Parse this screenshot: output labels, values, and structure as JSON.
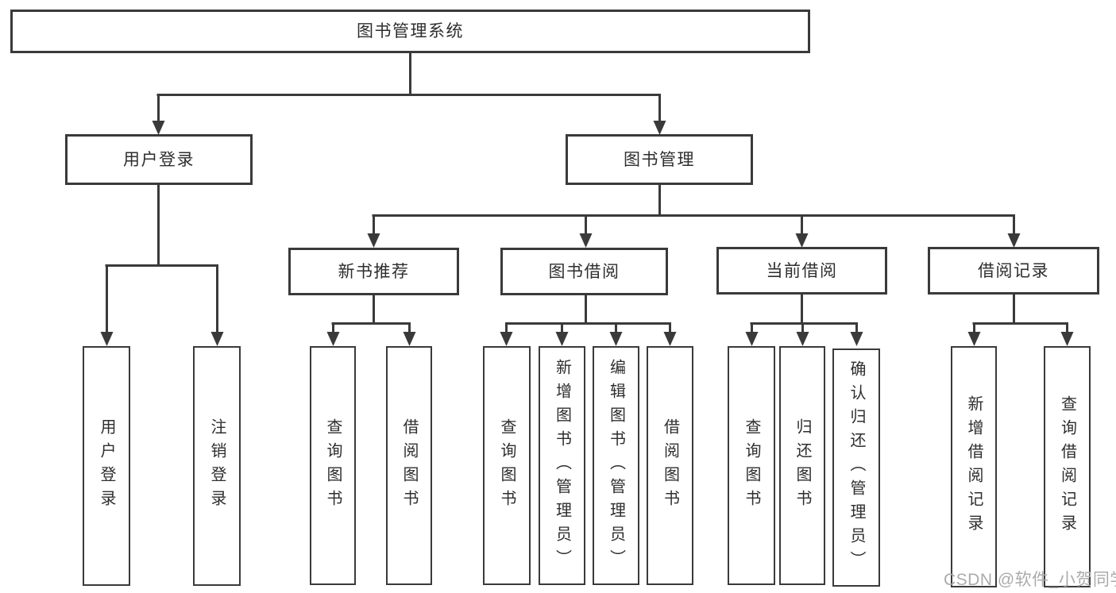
{
  "diagram": {
    "root": {
      "label": "图书管理系统"
    },
    "branches": {
      "user_login": {
        "label": "用户登录",
        "children": [
          {
            "label": "用户登录"
          },
          {
            "label": "注销登录"
          }
        ]
      },
      "book_management": {
        "label": "图书管理",
        "children": [
          {
            "label": "新书推荐",
            "children": [
              {
                "label": "查询图书"
              },
              {
                "label": "借阅图书"
              }
            ]
          },
          {
            "label": "图书借阅",
            "children": [
              {
                "label": "查询图书"
              },
              {
                "label": "新增图书（管理员）"
              },
              {
                "label": "编辑图书（管理员）"
              },
              {
                "label": "借阅图书"
              }
            ]
          },
          {
            "label": "当前借阅",
            "children": [
              {
                "label": "查询图书"
              },
              {
                "label": "归还图书"
              },
              {
                "label": "确认归还（管理员）"
              }
            ]
          },
          {
            "label": "借阅记录",
            "children": [
              {
                "label": "新增借阅记录"
              },
              {
                "label": "查询借阅记录"
              }
            ]
          }
        ]
      }
    }
  },
  "watermark": {
    "text": "CSDN @软件_小贺同学"
  },
  "colors": {
    "line": "#3a3a3a",
    "ink": "#2e2e2e",
    "watermark": "#ababab"
  }
}
